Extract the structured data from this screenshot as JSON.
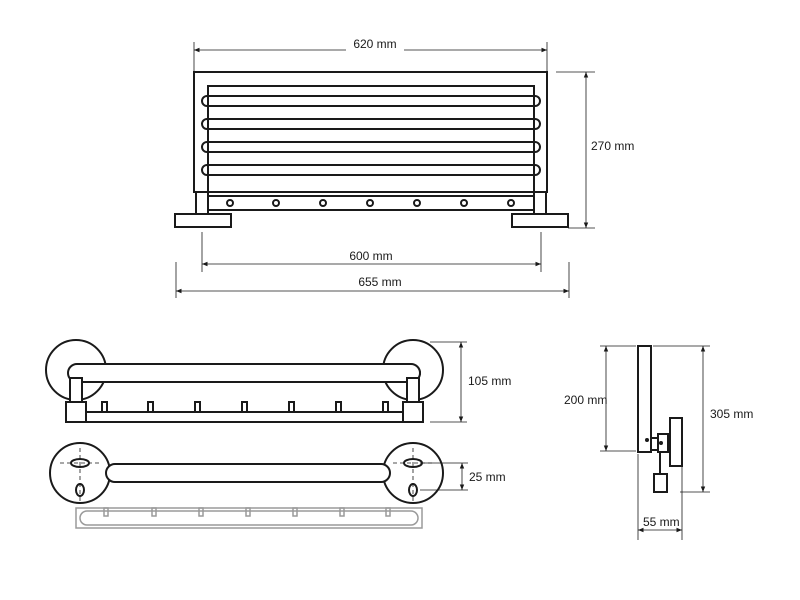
{
  "dimensions": {
    "top_width": "620 mm",
    "height_front": "270 mm",
    "inner_span": "600 mm",
    "overall_span": "655 mm",
    "depth_top": "105 mm",
    "rail_offset": "25 mm",
    "side_bracket": "200 mm",
    "side_total": "305 mm",
    "side_projection": "55 mm"
  },
  "colors": {
    "line": "#1a1a1a",
    "ghost": "#9a9a9a",
    "background": "#ffffff"
  }
}
